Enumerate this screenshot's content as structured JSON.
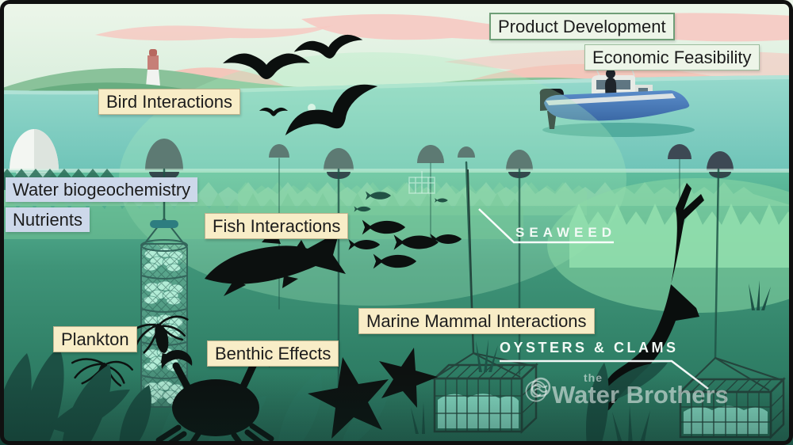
{
  "labels": {
    "product_development": "Product Development",
    "economic_feasibility": "Economic Feasibility",
    "bird_interactions": "Bird Interactions",
    "water_biogeochemistry": "Water biogeochemistry",
    "nutrients": "Nutrients",
    "fish_interactions": "Fish Interactions",
    "marine_mammal_interactions": "Marine Mammal Interactions",
    "plankton": "Plankton",
    "benthic_effects": "Benthic Effects"
  },
  "callouts": {
    "seaweed": "SEAWEED",
    "oysters_clams": "OYSTERS & CLAMS"
  },
  "watermark": {
    "copyright": "©",
    "prefix": "the",
    "name": "Water Brothers"
  },
  "colors": {
    "label_cream_bg": "#f8edc7",
    "label_blue_bg": "#cdd8ea",
    "label_mint_bg": "#edf5e8",
    "mint_border": "#6f9e77",
    "text_dark": "#1c1c1c",
    "callout_white": "#f2faf5",
    "sky_mint": "#e7f3e6",
    "cloud_pink": "#f6c9c2",
    "hill_green": "#7cbd90",
    "water_surface": "#7fccc0",
    "underwater_top": "#5fbd9e",
    "underwater_bottom": "#2a6f5b",
    "silhouette_black": "#0c100f",
    "shell_teal": "#a9e8d1",
    "boat_hull_blue": "#4a7fc1",
    "watermark_white": "rgba(255,255,255,0.52)"
  }
}
